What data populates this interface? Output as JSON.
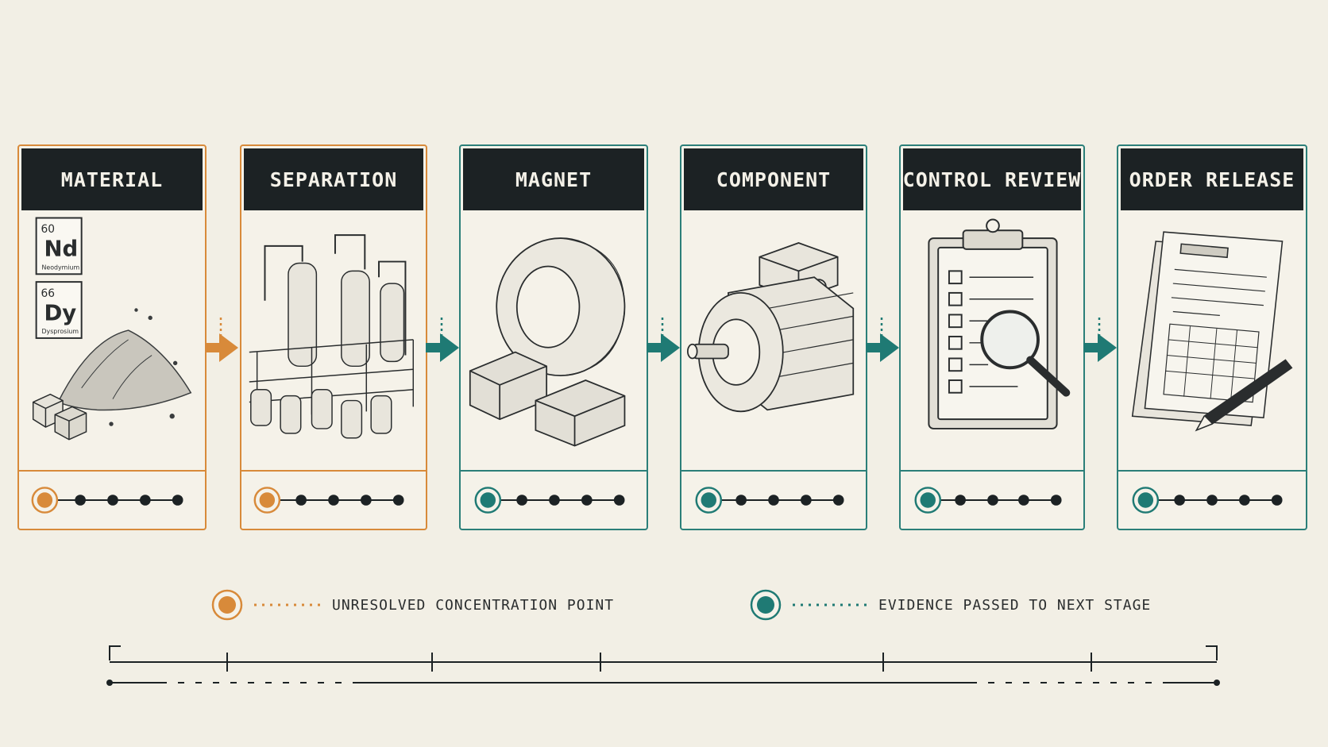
{
  "stages": [
    {
      "label": "MATERIAL",
      "accent": "#d88a3a"
    },
    {
      "label": "SEPARATION",
      "accent": "#d88a3a"
    },
    {
      "label": "MAGNET",
      "accent": "#1f7a74"
    },
    {
      "label": "COMPONENT",
      "accent": "#1f7a74"
    },
    {
      "label": "CONTROL REVIEW",
      "accent": "#1f7a74"
    },
    {
      "label": "ORDER RELEASE",
      "accent": "#1f7a74"
    }
  ],
  "elements": {
    "nd": {
      "number": "60",
      "symbol": "Nd",
      "name": "Neodymium"
    },
    "dy": {
      "number": "66",
      "symbol": "Dy",
      "name": "Dysprosium"
    }
  },
  "legend": {
    "unresolved": "UNRESOLVED CONCENTRATION POINT",
    "passed": "EVIDENCE PASSED TO NEXT STAGE"
  },
  "colors": {
    "amber": "#d88a3a",
    "teal": "#1f7a74",
    "dark": "#1c2224",
    "background": "#f2efe5"
  }
}
